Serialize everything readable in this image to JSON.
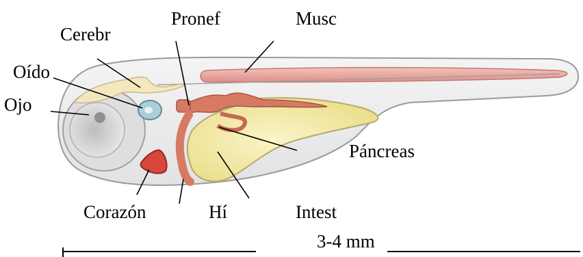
{
  "labels": {
    "cerebr": "Cerebr",
    "pronef": "Pronef",
    "musc": "Musc",
    "oido": "Oído",
    "ojo": "Ojo",
    "pancreas": "Páncreas",
    "corazon": "Corazón",
    "hi": "Hí",
    "intest": "Intest",
    "scale": "3-4 mm"
  },
  "colors": {
    "body_fill": "#ececed",
    "body_outline": "#9a9a9c",
    "muscle": "#e8a29a",
    "brain": "#f3e7bd",
    "yolk": "#f4eba6",
    "pronephros": "#d77a63",
    "heart": "#d8473b",
    "ear": "#a9cfd7",
    "eye": "#c8c8c8"
  }
}
